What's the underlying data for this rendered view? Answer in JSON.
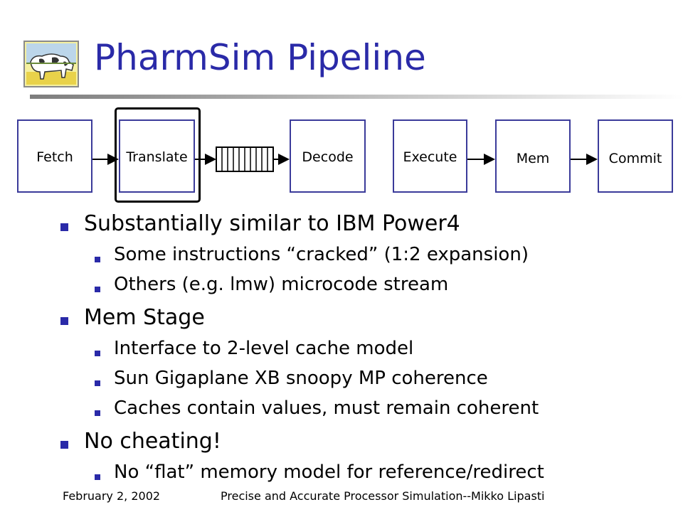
{
  "slide": {
    "title": "PharmSim Pipeline",
    "colors": {
      "title": "#2a2aa8",
      "stage_border": "#3b3b9a",
      "bullet": "#2a2aa8"
    }
  },
  "pipeline": {
    "stages": [
      "Fetch",
      "Translate",
      "Decode",
      "Execute",
      "Mem",
      "Commit"
    ],
    "highlighted_stage": "Translate"
  },
  "bullets": [
    {
      "text": "Substantially similar to IBM Power4",
      "sub": [
        "Some instructions “cracked” (1:2 expansion)",
        "Others (e.g. lmw) microcode stream"
      ]
    },
    {
      "text": "Mem Stage",
      "sub": [
        "Interface to 2-level cache model",
        "Sun Gigaplane XB snoopy MP coherence",
        "Caches contain values, must remain coherent"
      ]
    },
    {
      "text": "No cheating!",
      "sub": [
        "No “flat” memory model for reference/redirect"
      ]
    }
  ],
  "footer": {
    "date": "February 2, 2002",
    "caption": "Precise and Accurate Processor Simulation--Mikko Lipasti"
  }
}
